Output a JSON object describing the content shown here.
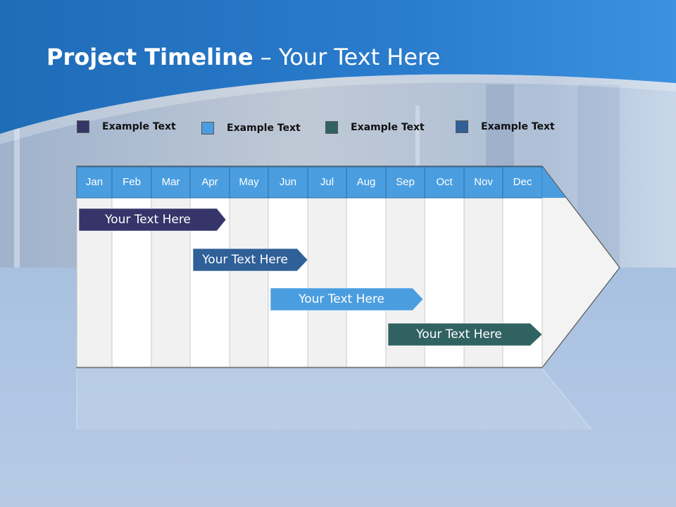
{
  "title": {
    "bold": "Project Timeline",
    "rest": " – Your Text Here"
  },
  "legend": [
    {
      "label": "Example Text",
      "color": "#35356a"
    },
    {
      "label": "Example Text",
      "color": "#4a9ee0"
    },
    {
      "label": "Example Text",
      "color": "#316262"
    },
    {
      "label": "Example Text",
      "color": "#2f6098"
    }
  ],
  "months": [
    "Jan",
    "Feb",
    "Mar",
    "Apr",
    "May",
    "Jun",
    "Jul",
    "Aug",
    "Sep",
    "Oct",
    "Nov",
    "Dec"
  ],
  "tasks": [
    {
      "label": "Your  Text Here",
      "color": "#35356a"
    },
    {
      "label": "Your  Text Here",
      "color": "#2f6098"
    },
    {
      "label": "Your  Text Here",
      "color": "#4a9ee0"
    },
    {
      "label": "Your  Text Here",
      "color": "#316262"
    }
  ],
  "colors": {
    "header_blue": "#4a9ee0",
    "banner_blue": "#2f7fcc"
  }
}
